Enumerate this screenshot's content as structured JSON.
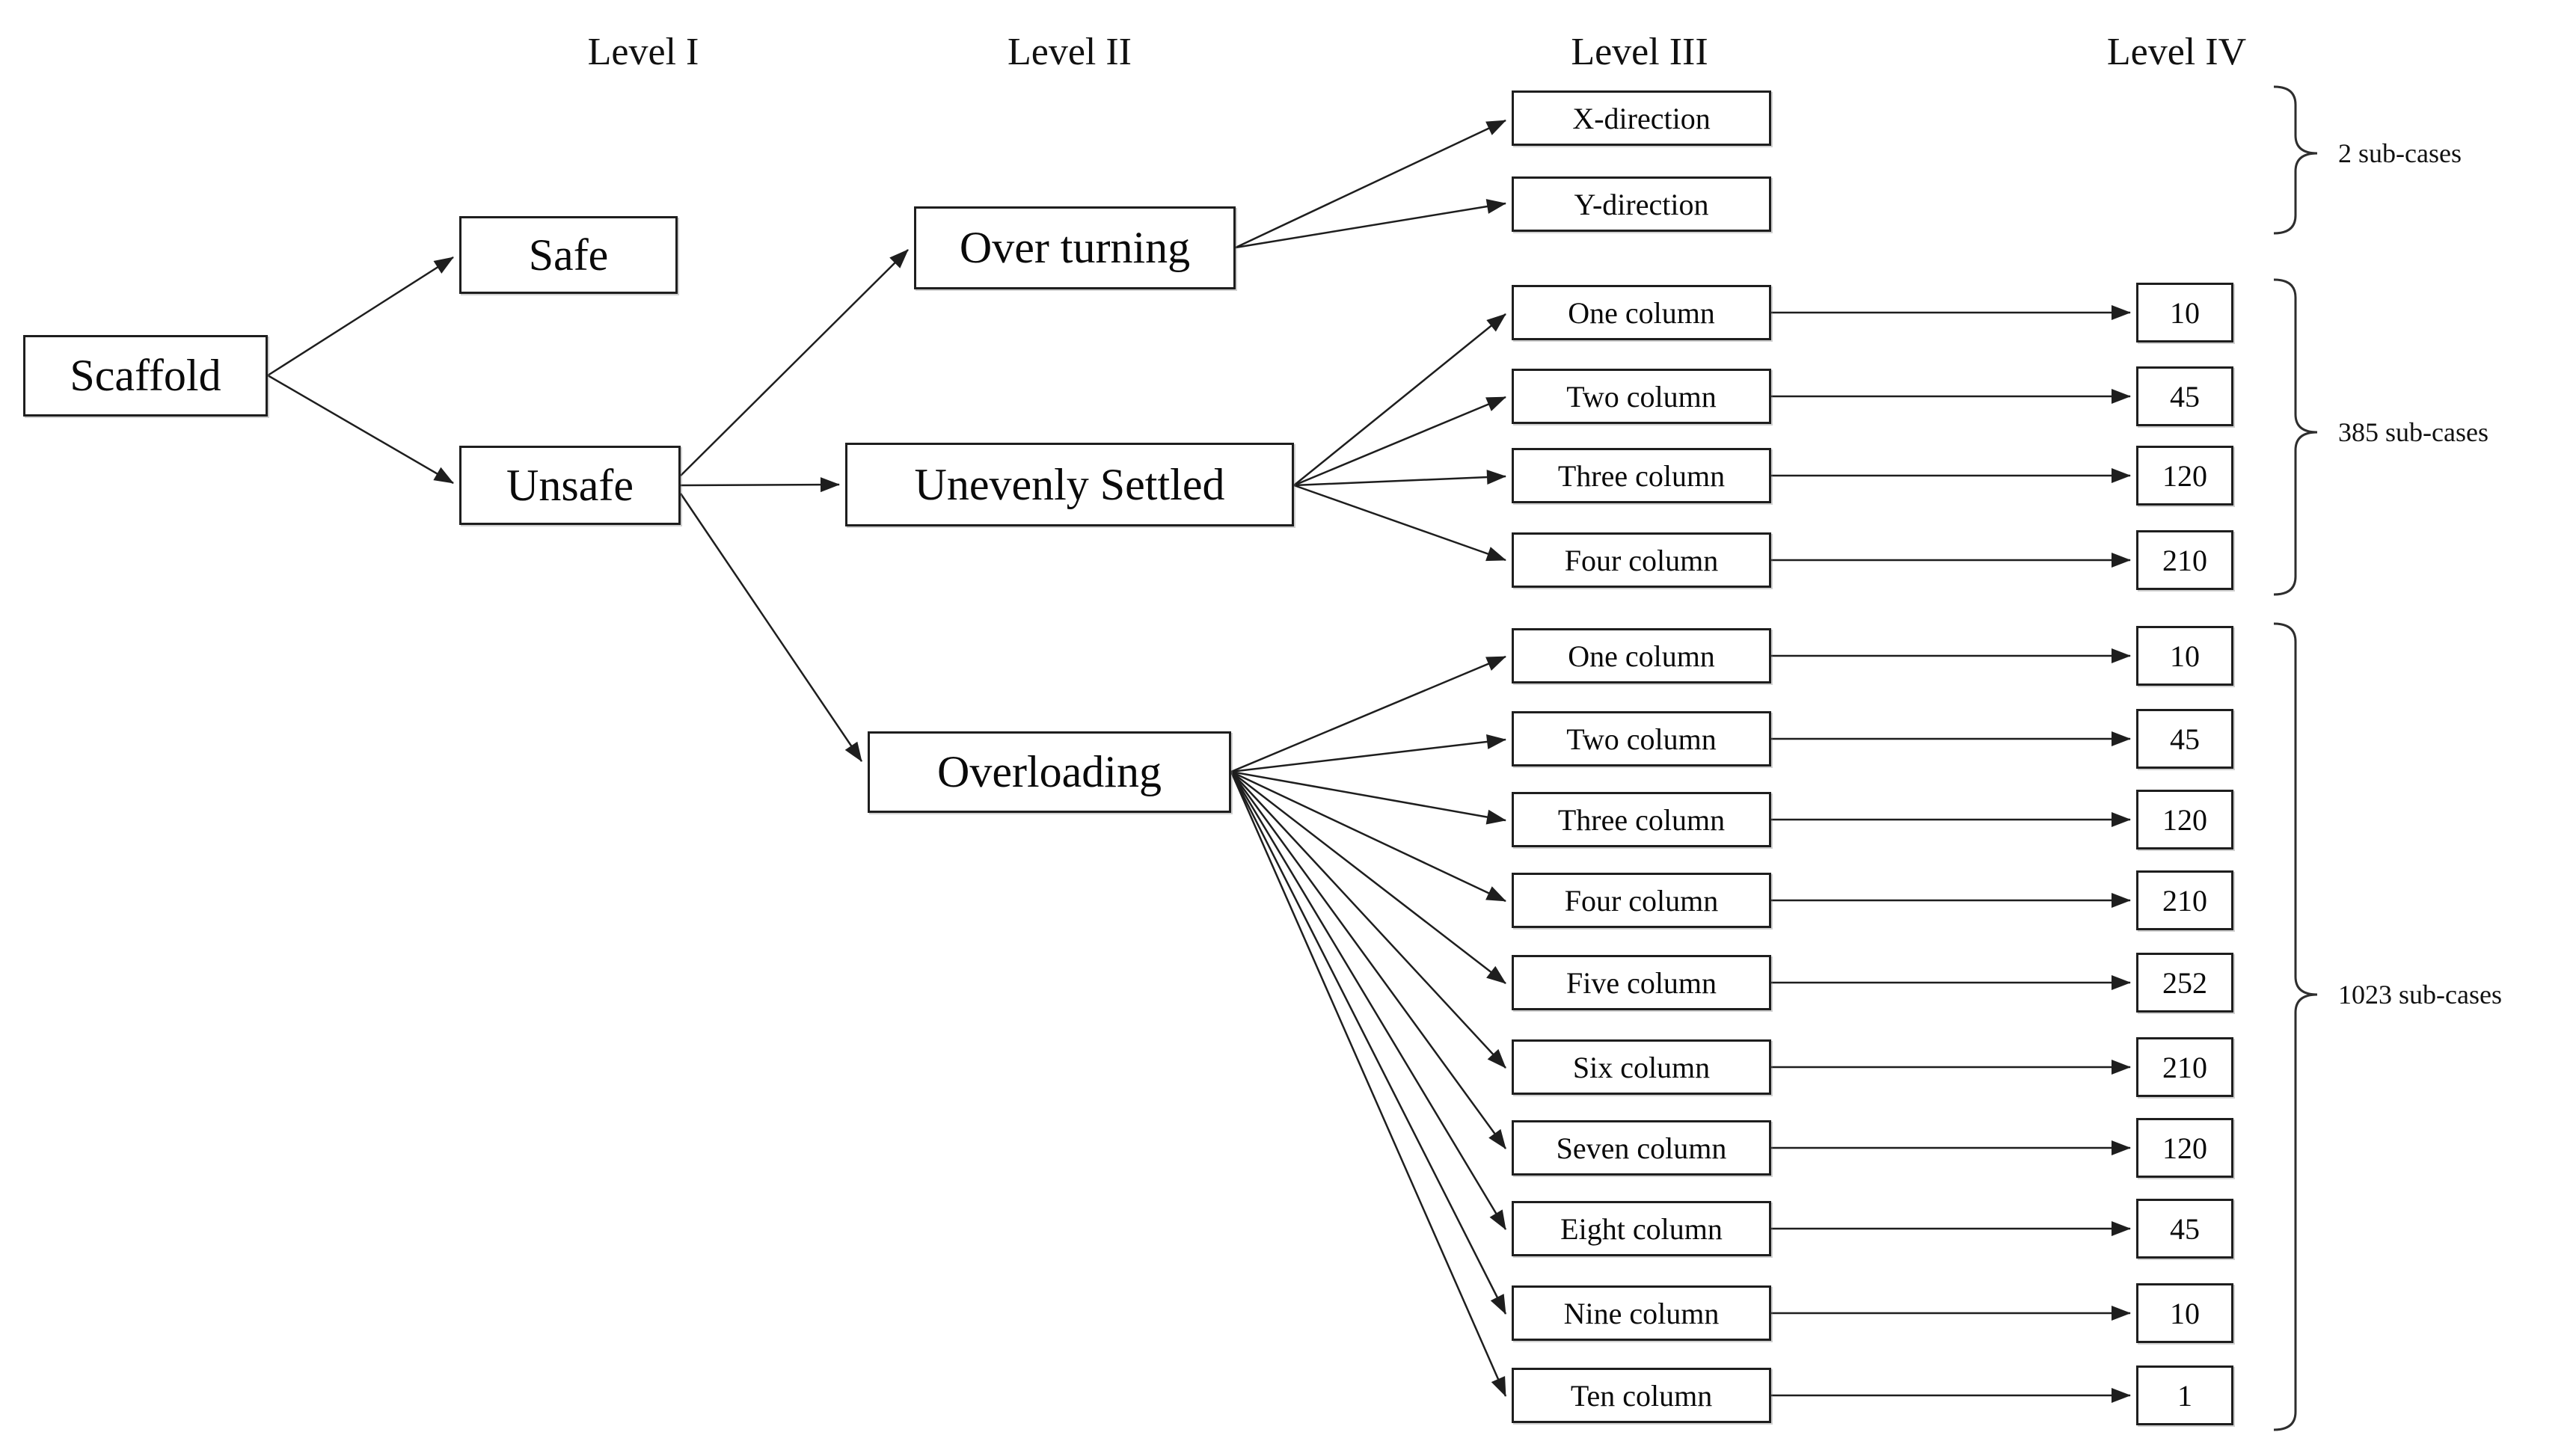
{
  "headers": {
    "level1": "Level I",
    "level2": "Level II",
    "level3": "Level III",
    "level4": "Level IV"
  },
  "tree": {
    "root": {
      "label": "Scaffold"
    },
    "level1": [
      {
        "label": "Safe",
        "parent": "Scaffold"
      },
      {
        "label": "Unsafe",
        "parent": "Scaffold"
      }
    ],
    "level2": [
      {
        "label": "Over turning",
        "parent": "Unsafe"
      },
      {
        "label": "Unevenly Settled",
        "parent": "Unsafe"
      },
      {
        "label": "Overloading",
        "parent": "Unsafe"
      }
    ],
    "level3": [
      {
        "label": "X-direction",
        "parent": "Over turning"
      },
      {
        "label": "Y-direction",
        "parent": "Over turning"
      },
      {
        "label": "One column",
        "parent": "Unevenly Settled",
        "cases": "10"
      },
      {
        "label": "Two column",
        "parent": "Unevenly Settled",
        "cases": "45"
      },
      {
        "label": "Three column",
        "parent": "Unevenly Settled",
        "cases": "120"
      },
      {
        "label": "Four column",
        "parent": "Unevenly Settled",
        "cases": "210"
      },
      {
        "label": "One column",
        "parent": "Overloading",
        "cases": "10"
      },
      {
        "label": "Two column",
        "parent": "Overloading",
        "cases": "45"
      },
      {
        "label": "Three column",
        "parent": "Overloading",
        "cases": "120"
      },
      {
        "label": "Four column",
        "parent": "Overloading",
        "cases": "210"
      },
      {
        "label": "Five column",
        "parent": "Overloading",
        "cases": "252"
      },
      {
        "label": "Six column",
        "parent": "Overloading",
        "cases": "210"
      },
      {
        "label": "Seven column",
        "parent": "Overloading",
        "cases": "120"
      },
      {
        "label": "Eight column",
        "parent": "Overloading",
        "cases": "45"
      },
      {
        "label": "Nine column",
        "parent": "Overloading",
        "cases": "10"
      },
      {
        "label": "Ten column",
        "parent": "Overloading",
        "cases": "1"
      }
    ]
  },
  "braces": [
    {
      "label": "2 sub-cases",
      "group": "Over turning"
    },
    {
      "label": "385 sub-cases",
      "group": "Unevenly Settled"
    },
    {
      "label": "1023 sub-cases",
      "group": "Overloading"
    }
  ],
  "colors": {
    "line": "#1e1e1e",
    "box_border": "#1e1e1e",
    "text": "#0a0a0a",
    "background": "#ffffff"
  }
}
